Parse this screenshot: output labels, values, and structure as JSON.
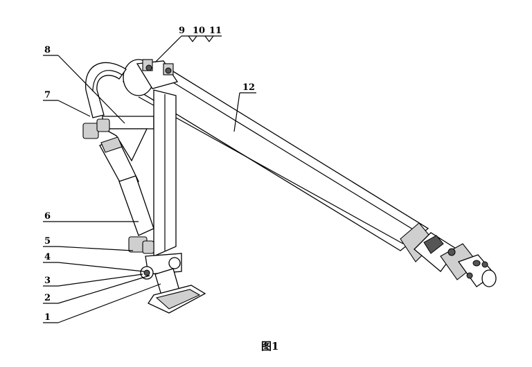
{
  "figure": {
    "caption": "图1",
    "labels": [
      "1",
      "2",
      "3",
      "4",
      "5",
      "6",
      "7",
      "8",
      "9",
      "10",
      "11",
      "12"
    ]
  }
}
